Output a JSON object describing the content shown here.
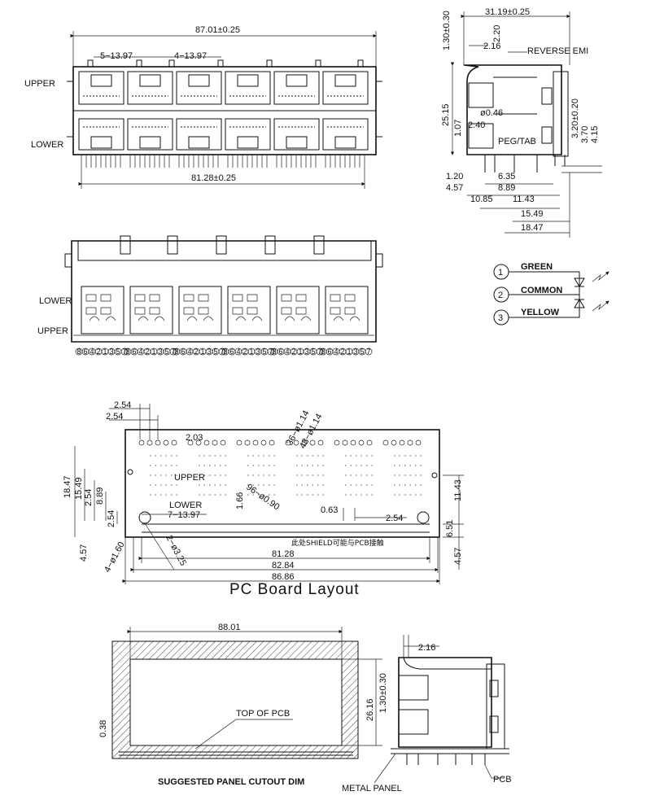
{
  "front_view": {
    "overall_width": "87.01±0.25",
    "pitch_a": "5−13.97",
    "pitch_b": "4−13.97",
    "bottom_width": "81.28±0.25",
    "row_upper": "UPPER",
    "row_lower": "LOWER"
  },
  "side_view": {
    "depth": "31.19±0.25",
    "top_offset": "1.30±0.30",
    "tab_offset": "2.16",
    "emi_offset": "2.20",
    "height": "25.15",
    "reverse_emi": "REVERSE EMI",
    "hole_dia": "ø0.46",
    "peg_tab": "PEG/TAB",
    "d_107": "1.07",
    "d_240": "2.40",
    "d_320": "3.20±0.20",
    "d_370": "3.70",
    "d_415": "4.15",
    "d_120": "1.20",
    "d_635": "6.35",
    "d_457": "4.57",
    "d_889": "8.89",
    "d_1085": "10.85",
    "d_1143": "11.43",
    "d_1549": "15.49",
    "d_1847": "18.47"
  },
  "bottom_view": {
    "row_lower": "LOWER",
    "row_upper": "UPPER",
    "pin_numbers": [
      "8",
      "6",
      "4",
      "2",
      "1",
      "3",
      "5",
      "7"
    ]
  },
  "led_schematic": {
    "pins": [
      {
        "num": "1",
        "label": "GREEN"
      },
      {
        "num": "2",
        "label": "COMMON"
      },
      {
        "num": "3",
        "label": "YELLOW"
      }
    ]
  },
  "pcb_layout": {
    "title": "PC Board Layout",
    "d_254a": "2.54",
    "d_254b": "2.54",
    "d_203": "2.03",
    "d_114a": "36−ø1.14",
    "d_114b": "48−ø1.14",
    "d_1847": "18.47",
    "d_1549": "15.49",
    "d_889": "8.89",
    "d_254c": "2.54",
    "d_254d": "2.54",
    "row_upper": "UPPER",
    "row_lower": "LOWER",
    "pitch": "7−13.97",
    "d_166": "1.66",
    "d_090": "96−ø0.90",
    "d_063": "0.63",
    "d_254e": "2.54",
    "d_1143": "11.43",
    "d_651": "6.51",
    "d_457a": "4.57",
    "d_457b": "4.57",
    "d_160": "4−ø1.60",
    "d_325": "2−ø3.25",
    "shield_note": "此处SHIELD可能与PCB接触",
    "w_8128": "81.28",
    "w_8284": "82.84",
    "w_8686": "86.86"
  },
  "panel_cutout": {
    "title": "SUGGESTED PANEL CUTOUT DIM",
    "width": "88.01",
    "height": "26.16",
    "d_038": "0.38",
    "d_130": "1.30±0.30",
    "d_216": "2.16",
    "top_of_pcb": "TOP OF PCB",
    "metal_panel": "METAL PANEL",
    "pcb": "PCB"
  },
  "colors": {
    "line": "#111111",
    "background": "#ffffff"
  }
}
